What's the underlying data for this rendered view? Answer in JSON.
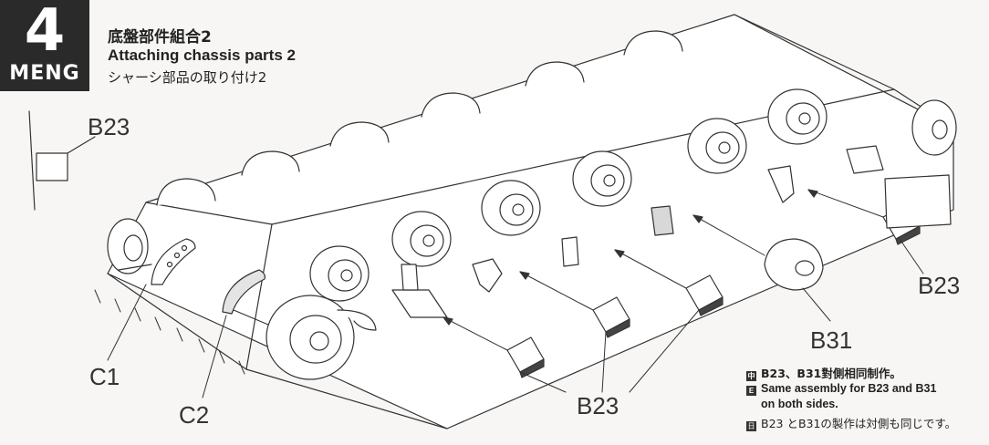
{
  "step": {
    "number": "4",
    "brand": "MENG"
  },
  "titles": {
    "chinese": "底盤部件組合2",
    "english": "Attaching chassis parts 2",
    "japanese": "シャーシ部品の取り付け2"
  },
  "callouts": {
    "b23_top_left": "B23",
    "b23_right": "B23",
    "b31": "B31",
    "b23_bottom": "B23",
    "c1": "C1",
    "c2": "C2"
  },
  "notes": {
    "chinese": "B23、B31對側相同制作。",
    "english_line1": "Same assembly for B23 and B31",
    "english_line2": "on both sides.",
    "japanese": "B23 とB31の製作は対側も同じです。"
  },
  "colors": {
    "background": "#f7f6f4",
    "badge": "#2a2a2a",
    "line": "#333333"
  }
}
